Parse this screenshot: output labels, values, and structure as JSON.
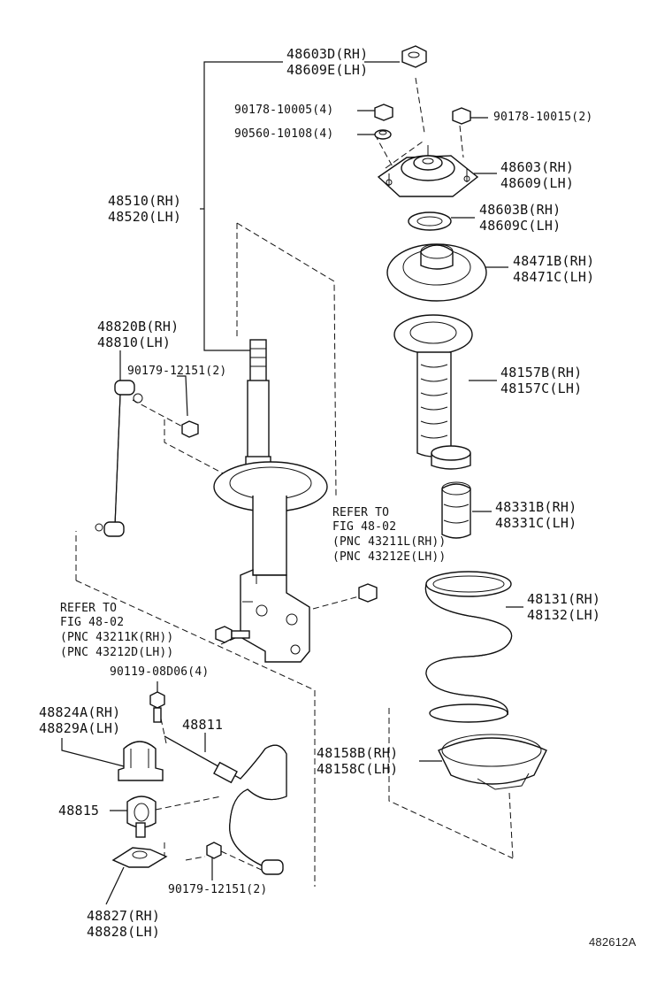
{
  "callouts": {
    "mount_nut": [
      "48603D(RH)",
      "48609E(LH)"
    ],
    "bolt_nut": "90178-10005(4)",
    "washer": "90560-10108(4)",
    "upper_nut": "90178-10015(2)",
    "support": [
      "48603(RH)",
      "48609(LH)"
    ],
    "bearing": [
      "48603B(RH)",
      "48609C(LH)"
    ],
    "spring_seat": [
      "48471B(RH)",
      "48471C(LH)"
    ],
    "strut": [
      "48510(RH)",
      "48520(LH)"
    ],
    "stabilizer_link": [
      "48820B(RH)",
      "48810(LH)"
    ],
    "link_nut": "90179-12151(2)",
    "boot": [
      "48157B(RH)",
      "48157C(LH)"
    ],
    "bumper": [
      "48331B(RH)",
      "48331C(LH)"
    ],
    "refer_right": [
      "REFER TO",
      "FIG 48-02",
      "(PNC 43211L(RH))",
      "(PNC 43212E(LH))"
    ],
    "coil_spring": [
      "48131(RH)",
      "48132(LH)"
    ],
    "refer_left": [
      "REFER TO",
      "FIG 48-02",
      "(PNC 43211K(RH))",
      "(PNC 43212D(LH))"
    ],
    "bracket_bolt": "90119-08D06(4)",
    "bushing_bracket": [
      "48824A(RH)",
      "48829A(LH)"
    ],
    "stabilizer_bar": "48811",
    "lower_insulator": [
      "48158B(RH)",
      "48158C(LH)"
    ],
    "bushing": "48815",
    "bar_nut": "90179-12151(2)",
    "lower_bracket": [
      "48827(RH)",
      "48828(LH)"
    ]
  },
  "figure_code": "482612A"
}
